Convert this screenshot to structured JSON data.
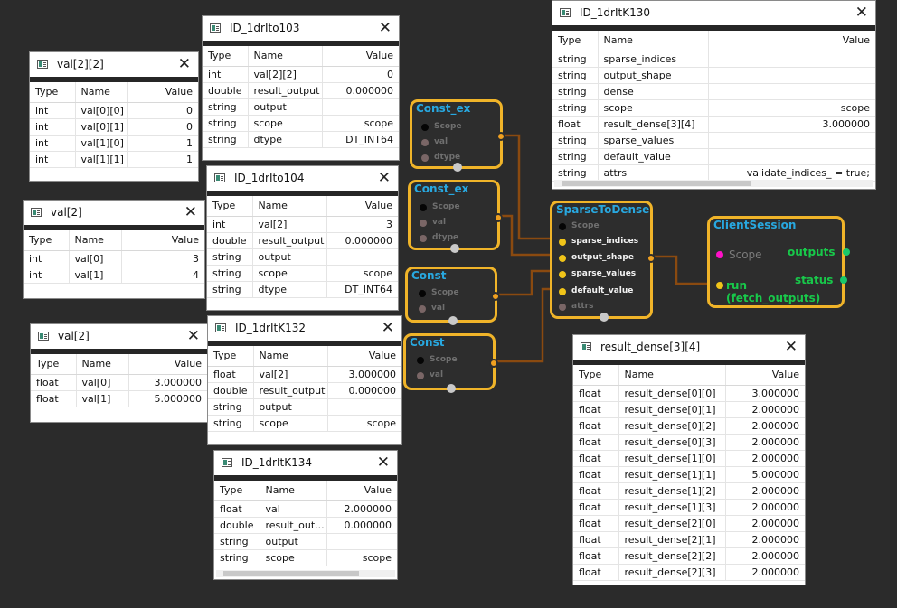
{
  "colors": {
    "background": "#2b2b2b",
    "node_border": "#f0b429",
    "node_title": "#28a8e0",
    "wire": "#8a4a10",
    "session_text": "#18c84a"
  },
  "windows": {
    "val2_2": {
      "title": "val[2][2]",
      "headers": [
        "Type",
        "Name",
        "Value"
      ],
      "rows": [
        [
          "int",
          "val[0][0]",
          "0"
        ],
        [
          "int",
          "val[0][1]",
          "0"
        ],
        [
          "int",
          "val[1][0]",
          "1"
        ],
        [
          "int",
          "val[1][1]",
          "1"
        ]
      ]
    },
    "val2_int": {
      "title": "val[2]",
      "headers": [
        "Type",
        "Name",
        "Value"
      ],
      "rows": [
        [
          "int",
          "val[0]",
          "3"
        ],
        [
          "int",
          "val[1]",
          "4"
        ]
      ]
    },
    "val2_float": {
      "title": "val[2]",
      "headers": [
        "Type",
        "Name",
        "Value"
      ],
      "rows": [
        [
          "float",
          "val[0]",
          "3.000000"
        ],
        [
          "float",
          "val[1]",
          "5.000000"
        ]
      ]
    },
    "id103": {
      "title": "ID_1drIto103",
      "headers": [
        "Type",
        "Name",
        "Value"
      ],
      "rows": [
        [
          "int",
          "val[2][2]",
          "0"
        ],
        [
          "double",
          "result_output",
          "0.000000"
        ],
        [
          "string",
          "output",
          ""
        ],
        [
          "string",
          "scope",
          "scope"
        ],
        [
          "string",
          "dtype",
          "DT_INT64"
        ]
      ]
    },
    "id104": {
      "title": "ID_1drIto104",
      "headers": [
        "Type",
        "Name",
        "Value"
      ],
      "rows": [
        [
          "int",
          "val[2]",
          "3"
        ],
        [
          "double",
          "result_output",
          "0.000000"
        ],
        [
          "string",
          "output",
          ""
        ],
        [
          "string",
          "scope",
          "scope"
        ],
        [
          "string",
          "dtype",
          "DT_INT64"
        ]
      ]
    },
    "k132": {
      "title": "ID_1drItK132",
      "headers": [
        "Type",
        "Name",
        "Value"
      ],
      "rows": [
        [
          "float",
          "val[2]",
          "3.000000"
        ],
        [
          "double",
          "result_output",
          "0.000000"
        ],
        [
          "string",
          "output",
          ""
        ],
        [
          "string",
          "scope",
          "scope"
        ]
      ]
    },
    "k134": {
      "title": "ID_1drItK134",
      "headers": [
        "Type",
        "Name",
        "Value"
      ],
      "rows": [
        [
          "float",
          "val",
          "2.000000"
        ],
        [
          "double",
          "result_out...",
          "0.000000"
        ],
        [
          "string",
          "output",
          ""
        ],
        [
          "string",
          "scope",
          "scope"
        ]
      ]
    },
    "k130": {
      "title": "ID_1drItK130",
      "headers": [
        "Type",
        "Name",
        "Value"
      ],
      "rows": [
        [
          "string",
          "sparse_indices",
          ""
        ],
        [
          "string",
          "output_shape",
          ""
        ],
        [
          "string",
          "dense",
          ""
        ],
        [
          "string",
          "scope",
          "scope"
        ],
        [
          "float",
          "result_dense[3][4]",
          "3.000000"
        ],
        [
          "string",
          "sparse_values",
          ""
        ],
        [
          "string",
          "default_value",
          ""
        ],
        [
          "string",
          "attrs",
          "validate_indices_ = true;"
        ]
      ]
    },
    "result": {
      "title": "result_dense[3][4]",
      "headers": [
        "Type",
        "Name",
        "Value"
      ],
      "rows": [
        [
          "float",
          "result_dense[0][0]",
          "3.000000"
        ],
        [
          "float",
          "result_dense[0][1]",
          "2.000000"
        ],
        [
          "float",
          "result_dense[0][2]",
          "2.000000"
        ],
        [
          "float",
          "result_dense[0][3]",
          "2.000000"
        ],
        [
          "float",
          "result_dense[1][0]",
          "2.000000"
        ],
        [
          "float",
          "result_dense[1][1]",
          "5.000000"
        ],
        [
          "float",
          "result_dense[1][2]",
          "2.000000"
        ],
        [
          "float",
          "result_dense[1][3]",
          "2.000000"
        ],
        [
          "float",
          "result_dense[2][0]",
          "2.000000"
        ],
        [
          "float",
          "result_dense[2][1]",
          "2.000000"
        ],
        [
          "float",
          "result_dense[2][2]",
          "2.000000"
        ],
        [
          "float",
          "result_dense[2][3]",
          "2.000000"
        ]
      ]
    }
  },
  "nodes": {
    "const_ex_1": {
      "title": "Const_ex",
      "ports": [
        "Scope",
        "val",
        "dtype"
      ]
    },
    "const_ex_2": {
      "title": "Const_ex",
      "ports": [
        "Scope",
        "val",
        "dtype"
      ]
    },
    "const_1": {
      "title": "Const",
      "ports": [
        "Scope",
        "val"
      ]
    },
    "const_2": {
      "title": "Const",
      "ports": [
        "Scope",
        "val"
      ]
    },
    "sparse": {
      "title": "SparseToDense",
      "ports": [
        "Scope",
        "sparse_indices",
        "output_shape",
        "sparse_values",
        "default_value",
        "attrs"
      ]
    },
    "session": {
      "title": "ClientSession",
      "scope": "Scope",
      "outputs": "outputs",
      "status": "status",
      "run": "run",
      "fetch": "(fetch_outputs)"
    }
  },
  "icons": {
    "window": "window-icon",
    "close": "close-icon"
  }
}
